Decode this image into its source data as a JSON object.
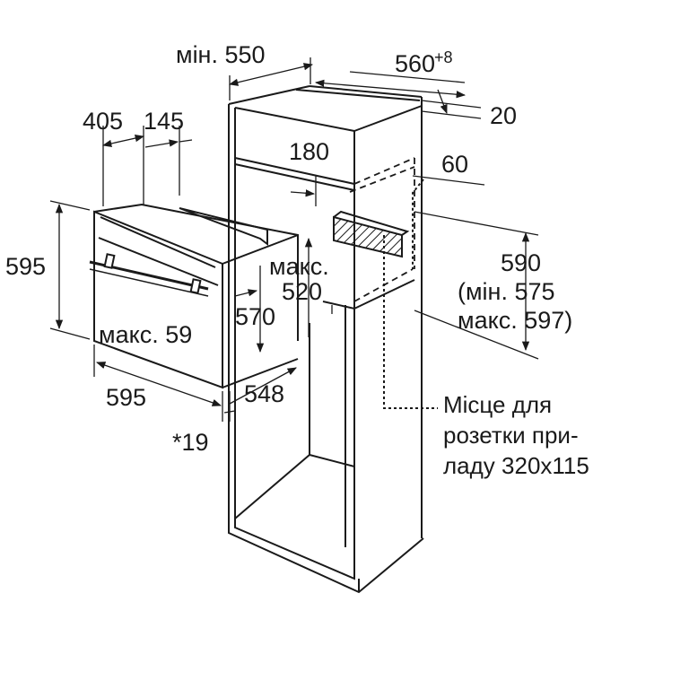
{
  "dimensions": {
    "min_depth": "мін. 550",
    "niche_width": "560",
    "niche_width_tolerance": "+8",
    "top_gap": "20",
    "front_height_part": "405",
    "door_part": "145",
    "vent_180": "180",
    "vent_60": "60",
    "oven_height": "595",
    "max_label_1": "макс.",
    "max_depth": "520",
    "niche_height": "590",
    "niche_height_min": "(мін. 575",
    "niche_height_max": "макс. 597)",
    "max_59": "макс. 59",
    "body_570": "570",
    "oven_width": "595",
    "depth_548": "548",
    "front_19": "*19"
  },
  "socket_note": {
    "line1": "Місце для",
    "line2": "розетки при-",
    "line3": "ладу 320x115"
  }
}
